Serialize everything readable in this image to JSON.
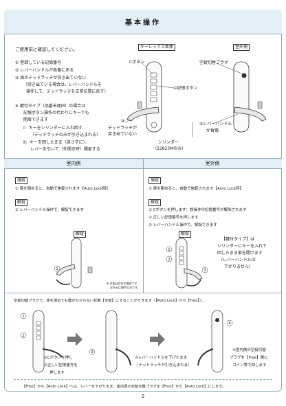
{
  "title": "基本操作",
  "intro": {
    "heading": "ご使用前に確認してください。",
    "items": [
      "① 登録している記憶番号",
      "② レバーハンドルが負傷にある",
      "③ 扉のデッドラッチが突き出ていない",
      "（突き出ている場合は、レバーハンドルを",
      "操作して、デッドラッチを正常位置に戻す）"
    ],
    "note_lines": [
      "※ 鍵付タイプ（品番末尾M）の場合は",
      "記憶ボタン操作の代わりにキーでも",
      "開扉できます",
      "Ⅰ：キーをシリンダーに入れ回す",
      "（デッドラッチのみが引き込まれる）",
      "Ⅱ：キーを回したまま（戻さずに）、",
      "レバーを引いて（外開き時）開扉する"
    ]
  },
  "diagram_top": {
    "left_label": "キーレックス本体",
    "right_label": "室外側",
    "c_button": "Cボタン",
    "memory_button": "①記憶ボタン",
    "plug": "空錠切替プラグ",
    "deadlatch": [
      "③",
      "デッドラッチが",
      "突き出ていない"
    ],
    "lever": [
      "②レバーハンドル",
      "が負傷"
    ],
    "cylinder": [
      "シリンダー",
      "（22823Mのみ）"
    ]
  },
  "columns": {
    "left_header": "室内側",
    "right_header": "室外側"
  },
  "left": {
    "lock_tag": "施錠",
    "lock_text": "① 扉を閉めると、自動で施錠されます【Auto Lock時】",
    "unlock_tag": "解錠",
    "unlock_text": "① レバーハンドル操作で、解錠できます",
    "fig_label": "解錠",
    "fig_note": [
      "※ 本図は右外の場合です。",
      "左吊元は勝手反対です。"
    ]
  },
  "right": {
    "lock_tag": "施錠",
    "lock_text": "① 扉を閉めると、自動で施錠されます【Auto Lock時】",
    "unlock_tag": "解錠",
    "unlock_steps": [
      "① Cボタンを押します：誤操作の記憶番号が解除されます",
      "② 正しい記憶番号を押します",
      "③ レバーハンドル操作で、解錠できます"
    ],
    "fig_label": "解錠",
    "key_note": [
      "【鍵付タイプ】は",
      "シリンダーにキーを入れて",
      "回したまま扉を開けます",
      "（レバーハンドルは",
      "下がりません）"
    ]
  },
  "bottom": {
    "heading": "空錠切替プラグで、扉を閉めても鍵がかからない状態【空錠】にすることができます（【Auto Lock】から【Free】）。",
    "step1": [
      "①Cボタンを押し",
      "②正しい記憶番号を",
      "押します"
    ],
    "step3": [
      "③レバーハンドルを下げたまま",
      "（デッドラッチが引き込まれる）"
    ],
    "step4": [
      "④室内側の空錠切替",
      "プラグを【Free】側に",
      "コイン等で回します"
    ],
    "footer": "【Free】から【Auto Lock】へは、レバーを下げたまま、室内側の空錠切替プラグを【Free】から【Auto Lock】にします。"
  },
  "page_number": "2"
}
